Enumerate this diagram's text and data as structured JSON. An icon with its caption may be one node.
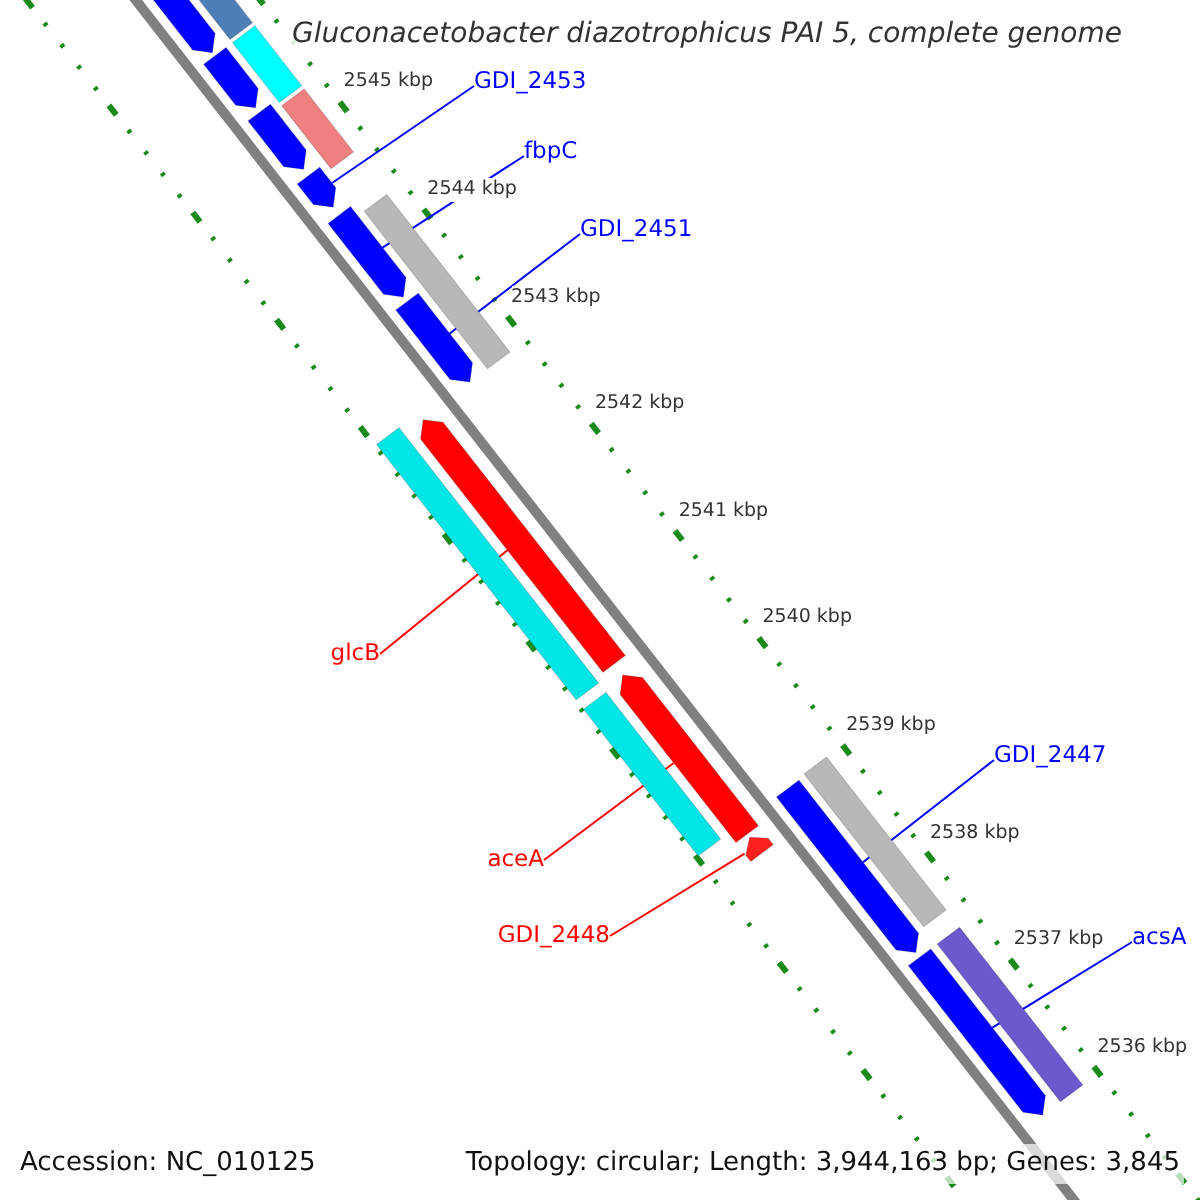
{
  "diagram": {
    "title": "Gluconacetobacter diazotrophicus PAI 5, complete genome",
    "nodes": [
      {
        "text": [
          "GDI_2453"
        ]
      },
      {
        "text": [
          "fbpC"
        ]
      },
      {
        "text": [
          "GDI_2451"
        ]
      },
      {
        "text": [
          "glcB"
        ]
      },
      {
        "text": [
          "GDI_2447"
        ]
      },
      {
        "text": [
          "aceA"
        ]
      },
      {
        "text": [
          "GDI_2448"
        ]
      },
      {
        "text": [
          "acsA"
        ]
      },
      {
        "text": [],
        "shape": "bar"
      },
      {
        "text": [],
        "shape": "bar"
      },
      {
        "text": [],
        "shape": "bar"
      },
      {
        "text": [],
        "shape": "bar"
      },
      {
        "text": [],
        "shape": "bar"
      },
      {
        "text": [],
        "shape": "bar"
      },
      {
        "text": [],
        "shape": "bar"
      },
      {
        "text": [],
        "shape": "bar"
      },
      {
        "text": [],
        "shape": "bar"
      },
      {
        "text": [],
        "shape": "bar"
      },
      {
        "text": [],
        "shape": "bar"
      },
      {
        "text": [],
        "shape": "bar"
      },
      {
        "text": [],
        "shape": "bar"
      },
      {
        "text": [],
        "shape": "bar"
      },
      {
        "text": [],
        "shape": "bar"
      },
      {
        "text": [],
        "shape": "bar"
      },
      {
        "text": [],
        "shape": "bar"
      },
      {
        "text": [],
        "shape": "bar"
      },
      {
        "text": [],
        "shape": "bar"
      }
    ],
    "edges": [
      {
        "from": 0,
        "to": 14,
        "arrow": "none"
      },
      {
        "from": 1,
        "to": 16,
        "arrow": "none"
      },
      {
        "from": 2,
        "to": 17,
        "arrow": "none"
      },
      {
        "from": 3,
        "to": 19,
        "arrow": "none",
        "color": "#ff0000"
      },
      {
        "from": 4,
        "to": 24,
        "arrow": "none"
      },
      {
        "from": 5,
        "to": 20,
        "arrow": "none",
        "color": "#ff0000"
      },
      {
        "from": 6,
        "to": 22,
        "arrow": "none",
        "color": "#ff0000"
      },
      {
        "from": 7,
        "to": 25,
        "arrow": "none"
      }
    ],
    "labels": [
      "2545 kbp",
      "2544 kbp",
      "2543 kbp",
      "2542 kbp",
      "2541 kbp",
      "2540 kbp",
      "2539 kbp",
      "2538 kbp",
      "2537 kbp",
      "2536 kbp",
      "Accession: NC_010125",
      "Topology: circular; Length: 3,944,163 bp; Genes: 3,845"
    ]
  }
}
